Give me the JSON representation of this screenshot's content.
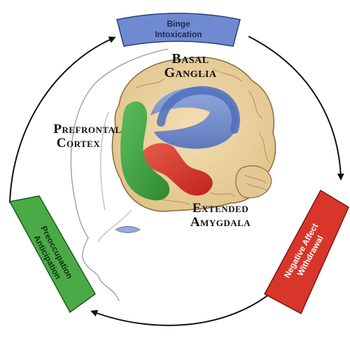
{
  "stages": {
    "binge": {
      "line1": "Binge",
      "line2": "Intoxication",
      "color": "#5f7fc9"
    },
    "negative": {
      "line1": "Negative Affect",
      "line2": "Withdrawal",
      "color": "#d8362b"
    },
    "preoccupation": {
      "line1": "Preoccupation",
      "line2": "Anticipation",
      "color": "#3a9a3a"
    }
  },
  "regions": {
    "basal": {
      "line1": "Basal",
      "line2": "Ganglia",
      "color": "#6f8fd8"
    },
    "prefrontal": {
      "line1": "Prefrontal",
      "line2": "Cortex",
      "color": "#48ad4c"
    },
    "amygdala": {
      "line1": "Extended",
      "line2": "Amygdala",
      "color": "#e2372b"
    }
  }
}
